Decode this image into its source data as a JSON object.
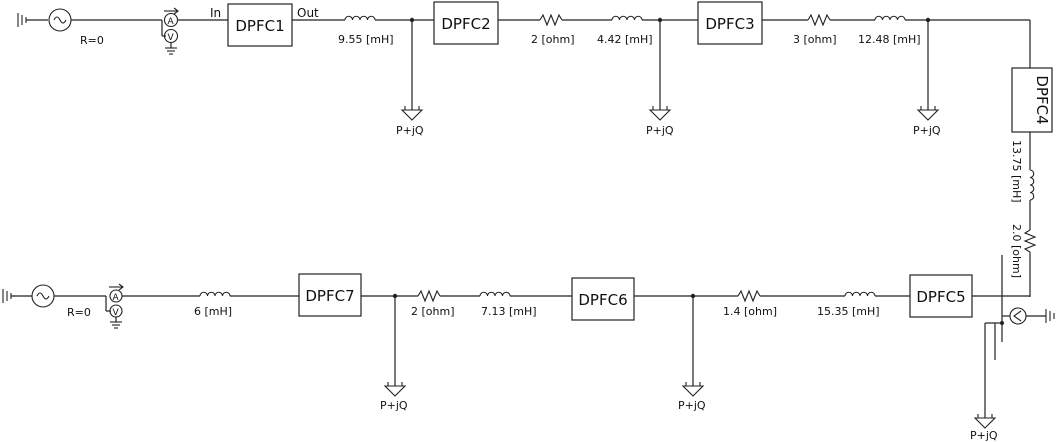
{
  "colors": {
    "line": "#222222",
    "background": "#ffffff"
  },
  "icons": {
    "source": "ac-source-icon",
    "ground": "ground-icon",
    "ammeter": "ammeter-icon",
    "voltmeter": "voltmeter-icon",
    "inductor": "inductor-icon",
    "resistor": "resistor-icon",
    "load": "pq-load-icon"
  },
  "top": {
    "source_r": "R=0",
    "meter_a": "A",
    "meter_v": "V",
    "in_label": "In",
    "out_label": "Out",
    "dpfc1": "DPFC1",
    "l1": "9.55 [mH]",
    "dpfc2": "DPFC2",
    "r2": "2 [ohm]",
    "l2": "4.42 [mH]",
    "dpfc3": "DPFC3",
    "r3": "3 [ohm]",
    "l3": "12.48 [mH]",
    "load1": "P+jQ",
    "load2": "P+jQ",
    "load3": "P+jQ"
  },
  "right": {
    "dpfc4": "DPFC4",
    "l4": "13.75 [mH]",
    "r4": "2.0 [ohm]"
  },
  "bottom": {
    "source_r": "R=0",
    "meter_a": "A",
    "meter_v": "V",
    "l7": "6 [mH]",
    "dpfc7": "DPFC7",
    "r6": "2 [ohm]",
    "l6": "7.13 [mH]",
    "dpfc6": "DPFC6",
    "r5": "1.4 [ohm]",
    "l5": "15.35 [mH]",
    "dpfc5": "DPFC5",
    "load7": "P+jQ",
    "load6": "P+jQ",
    "load5": "P+jQ"
  }
}
